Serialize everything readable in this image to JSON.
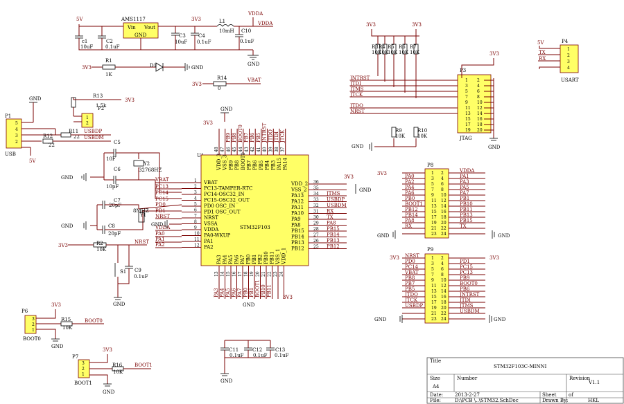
{
  "power": {
    "vin": "5V",
    "ldo": "AMS1117",
    "vout": "3V3",
    "vdda": "VDDA",
    "vin_pin": "Vin",
    "vout_pin": "Vout",
    "gnd_pin": "GND",
    "l1": "L1",
    "l1_val": "10mH",
    "vdda_net": "VDDA",
    "c1": "c1",
    "c1_val": "10uF",
    "c2": "C2",
    "c2_val": "0.1uF",
    "c3": "C3",
    "c3_val": "10uF",
    "c4": "C4",
    "c4_val": "0.1uF",
    "c10": "C10",
    "c10_val": "0.1uF",
    "gnd": "GND",
    "vcc3": "3V3",
    "v5": "5V",
    "r1": "R1",
    "r1_val": "1K",
    "d1": "D1",
    "r14": "R14",
    "r14_val": "0",
    "vbat_net": "VBAT"
  },
  "usb": {
    "ref": "P1",
    "name": "USB",
    "pins": [
      "5",
      "4",
      "3",
      "2"
    ],
    "r11": "R11",
    "r11_val": "22",
    "r12": "R12",
    "r12_val": "22",
    "r13": "R13",
    "r13_val": "1.5k",
    "dp": "USBDP",
    "dm": "USBDM",
    "p2": "P2",
    "p2_pins": [
      "1",
      "2"
    ]
  },
  "clock": {
    "c5": "C5",
    "c5_val": "10F",
    "c6": "C6",
    "c6_val": "10pF",
    "y2": "Y2",
    "y2_val": "32768HZ",
    "c7": "C7",
    "c7_val": "20pF",
    "c8": "C8",
    "c8_val": "20pF",
    "y1": "Y1",
    "y1_val": "8MHZ"
  },
  "reset": {
    "r2": "R2",
    "r2_val": "10K",
    "nrst": "NRST",
    "s1": "S1",
    "c9": "C9",
    "c9_val": "0.1uF"
  },
  "mcu": {
    "ref": "U1",
    "part": "STM32F103",
    "left_pins": [
      {
        "num": "1",
        "name": "VBAT"
      },
      {
        "num": "2",
        "name": "PC13-TAMPER-RTC"
      },
      {
        "num": "3",
        "name": "PC14-OSC32_IN"
      },
      {
        "num": "4",
        "name": "PC15-OSC32_OUT"
      },
      {
        "num": "5",
        "name": "PD0 OSC_IN"
      },
      {
        "num": "6",
        "name": "PD1 OSC_OUT"
      },
      {
        "num": "7",
        "name": "NRST"
      },
      {
        "num": "8",
        "name": "VSSA"
      },
      {
        "num": "9",
        "name": "VDDA"
      },
      {
        "num": "10",
        "name": "PA0-WKUP"
      },
      {
        "num": "11",
        "name": "PA1"
      },
      {
        "num": "12",
        "name": "PA2"
      }
    ],
    "left_nets": [
      "VBAT",
      "PC13",
      "PC14",
      "PC15",
      "PD0",
      "PD1",
      "NRST",
      "VDDA",
      "PA0",
      "PA1",
      "PA2"
    ],
    "right_pins": [
      {
        "num": "36",
        "name": "VDD_2",
        "net": ""
      },
      {
        "num": "35",
        "name": "VSS_2",
        "net": ""
      },
      {
        "num": "34",
        "name": "PA13",
        "net": "JTMS"
      },
      {
        "num": "33",
        "name": "PA12",
        "net": "USBDP"
      },
      {
        "num": "32",
        "name": "PA11",
        "net": "USBDM"
      },
      {
        "num": "31",
        "name": "PA10",
        "net": "RX"
      },
      {
        "num": "30",
        "name": "PA9",
        "net": "TX"
      },
      {
        "num": "29",
        "name": "PA8",
        "net": "PA8"
      },
      {
        "num": "28",
        "name": "PB15",
        "net": "PB15"
      },
      {
        "num": "27",
        "name": "PB14",
        "net": "PB14"
      },
      {
        "num": "26",
        "name": "PB13",
        "net": "PB13"
      },
      {
        "num": "25",
        "name": "PB12",
        "net": "PB12"
      }
    ],
    "top_pins": [
      {
        "num": "48",
        "name": "VDD_3",
        "net": ""
      },
      {
        "num": "47",
        "name": "VSS_3",
        "net": ""
      },
      {
        "num": "46",
        "name": "PB9",
        "net": "PB9"
      },
      {
        "num": "45",
        "name": "PB8",
        "net": "PB8"
      },
      {
        "num": "44",
        "name": "BOOT0",
        "net": "BOOT0"
      },
      {
        "num": "43",
        "name": "PB7",
        "net": "PB7"
      },
      {
        "num": "42",
        "name": "PB6",
        "net": "PB6"
      },
      {
        "num": "41",
        "name": "PB5",
        "net": "PB5"
      },
      {
        "num": "40",
        "name": "PB4",
        "net": "JNTRST"
      },
      {
        "num": "39",
        "name": "PB3",
        "net": "JTDO"
      },
      {
        "num": "38",
        "name": "PA15",
        "net": "JTDI"
      },
      {
        "num": "37",
        "name": "PA14",
        "net": "JTCK"
      }
    ],
    "bottom_pins": [
      {
        "num": "13",
        "name": "PA3",
        "net": "PA3"
      },
      {
        "num": "14",
        "name": "PA4",
        "net": "PA4"
      },
      {
        "num": "15",
        "name": "PA5",
        "net": "PA5"
      },
      {
        "num": "16",
        "name": "PA6",
        "net": "PA6"
      },
      {
        "num": "17",
        "name": "PA7",
        "net": "PA7"
      },
      {
        "num": "18",
        "name": "PB0",
        "net": "PB0"
      },
      {
        "num": "19",
        "name": "PB1",
        "net": "PB1"
      },
      {
        "num": "20",
        "name": "PB2",
        "net": "BOOT1"
      },
      {
        "num": "21",
        "name": "PB10",
        "net": "PB10"
      },
      {
        "num": "22",
        "name": "PB11",
        "net": "PB11"
      },
      {
        "num": "23",
        "name": "VSS_1",
        "net": ""
      },
      {
        "num": "24",
        "name": "VDD_1",
        "net": ""
      }
    ]
  },
  "decap": {
    "c11": "C11",
    "c11_val": "0.1uF",
    "c12": "C12",
    "c12_val": "0.1uF",
    "c13": "C13",
    "c13_val": "0.1uF"
  },
  "jtag": {
    "ref": "P3",
    "name": "JTAG",
    "pullups": [
      {
        "ref": "R3",
        "val": "10K"
      },
      {
        "ref": "R4",
        "val": "10K"
      },
      {
        "ref": "R5",
        "val": "10K"
      },
      {
        "ref": "R6",
        "val": "10K"
      },
      {
        "ref": "R7",
        "val": "10K"
      }
    ],
    "pulldowns": [
      {
        "ref": "R9",
        "val": "10K"
      },
      {
        "ref": "R10",
        "val": "10K"
      }
    ],
    "rows": [
      [
        "1",
        "2"
      ],
      [
        "3",
        "4"
      ],
      [
        "5",
        "6"
      ],
      [
        "7",
        "8"
      ],
      [
        "9",
        "10"
      ],
      [
        "11",
        "12"
      ],
      [
        "13",
        "14"
      ],
      [
        "15",
        "16"
      ],
      [
        "17",
        "18"
      ],
      [
        "19",
        "20"
      ]
    ],
    "nets": [
      "JNTRST",
      "JTDI",
      "JTMS",
      "JTCK",
      "",
      "JTDO",
      "NRST",
      "",
      "",
      ""
    ]
  },
  "usart": {
    "ref": "P4",
    "name": "USART",
    "pins": [
      "1",
      "2",
      "3",
      "4"
    ],
    "tx": "TX",
    "rx": "RX"
  },
  "p8": {
    "ref": "P8",
    "rows": [
      {
        "l": "",
        "a": "1",
        "b": "2",
        "r": "VDDA"
      },
      {
        "l": "PA0",
        "a": "3",
        "b": "4",
        "r": "PA1"
      },
      {
        "l": "PA2",
        "a": "5",
        "b": "6",
        "r": "PA3"
      },
      {
        "l": "PA4",
        "a": "7",
        "b": "8",
        "r": "PA5"
      },
      {
        "l": "PA6",
        "a": "9",
        "b": "10",
        "r": "PA7"
      },
      {
        "l": "PB0",
        "a": "11",
        "b": "12",
        "r": "PB1"
      },
      {
        "l": "BOOT1",
        "a": "13",
        "b": "14",
        "r": "PB10"
      },
      {
        "l": "PB12",
        "a": "15",
        "b": "16",
        "r": "PB11"
      },
      {
        "l": "PB14",
        "a": "17",
        "b": "18",
        "r": "PB13"
      },
      {
        "l": "PA8",
        "a": "19",
        "b": "20",
        "r": "PB15"
      },
      {
        "l": "RX",
        "a": "21",
        "b": "22",
        "r": "TX"
      },
      {
        "l": "",
        "a": "23",
        "b": "24",
        "r": ""
      }
    ]
  },
  "p9": {
    "ref": "P9",
    "rows": [
      {
        "l": "NRST",
        "a": "1",
        "b": "2",
        "r": ""
      },
      {
        "l": "PD0",
        "a": "3",
        "b": "4",
        "r": "PD1"
      },
      {
        "l": "PC14",
        "a": "5",
        "b": "6",
        "r": "PC15"
      },
      {
        "l": "VBAT",
        "a": "7",
        "b": "8",
        "r": "PC13"
      },
      {
        "l": "PB8",
        "a": "9",
        "b": "10",
        "r": "PB9"
      },
      {
        "l": "PB7",
        "a": "11",
        "b": "12",
        "r": "BOOT0"
      },
      {
        "l": "PB5",
        "a": "13",
        "b": "14",
        "r": "PB6"
      },
      {
        "l": "JTDO",
        "a": "15",
        "b": "16",
        "r": "JNTRST"
      },
      {
        "l": "JTCK",
        "a": "17",
        "b": "18",
        "r": "JTDI"
      },
      {
        "l": "USBDP",
        "a": "19",
        "b": "20",
        "r": "JTMS"
      },
      {
        "l": "",
        "a": "21",
        "b": "22",
        "r": "USBDM"
      },
      {
        "l": "",
        "a": "23",
        "b": "24",
        "r": ""
      }
    ]
  },
  "boot": {
    "p6": "P6",
    "pins": [
      "3",
      "2",
      "1"
    ],
    "boot0_label": "BOOT0",
    "r15": "R15",
    "r15_val": "10K",
    "boot0_net": "BOOT0",
    "p7": "P7",
    "p7_pins": [
      "3",
      "2",
      "1"
    ],
    "boot1_label": "BOOT1",
    "r16": "R16",
    "r16_val": "10K",
    "boot1_net": "BOOT1"
  },
  "title": {
    "title_label": "Title",
    "title": "STM32F103C-MINNI",
    "size_label": "Size",
    "size": "A4",
    "number_label": "Number",
    "revision_label": "Revision",
    "revision": "V1.1",
    "date_label": "Date:",
    "date": "2013-2-27",
    "sheet_label": "Sheet",
    "of_label": "of",
    "file_label": "File:",
    "file": "D:\\PCB \\..\\STM32.SchDoc",
    "drawn_label": "Drawn By:",
    "drawn": "HKL"
  }
}
